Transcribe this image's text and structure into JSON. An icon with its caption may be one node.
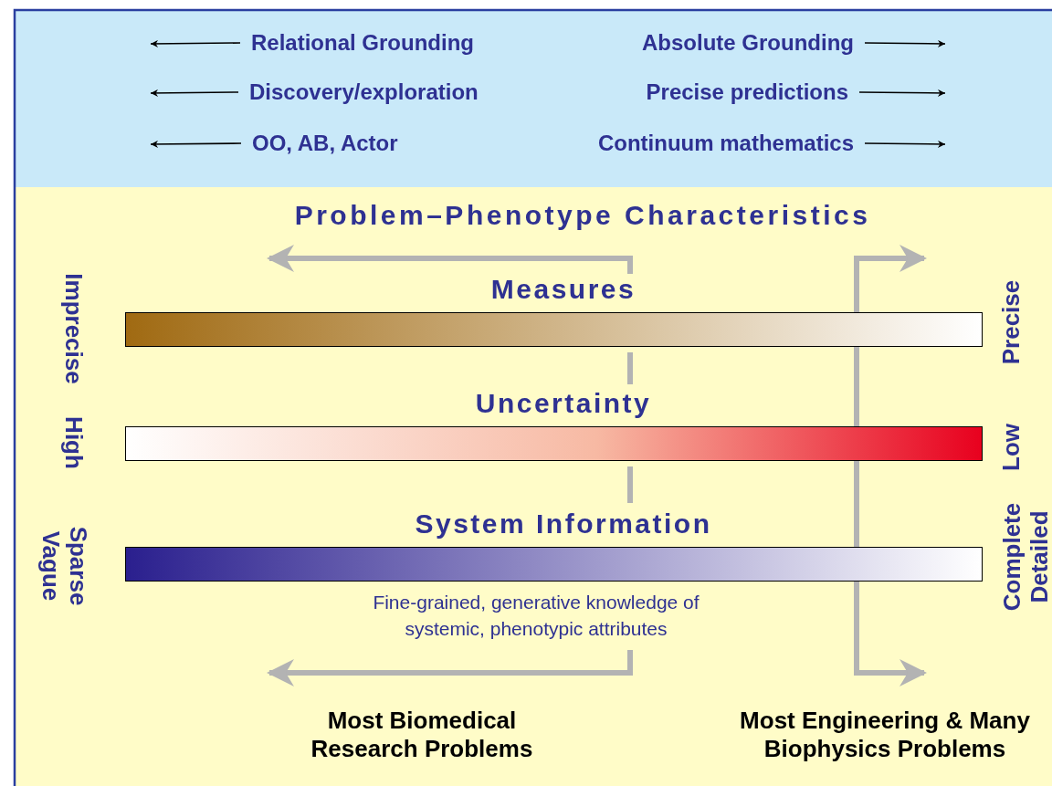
{
  "diagram": {
    "title": "Problem–Phenotype Characteristics",
    "nodes": [
      {
        "text": [
          "Relational Grounding"
        ]
      },
      {
        "text": [
          "Absolute Grounding"
        ]
      },
      {
        "text": [
          "Discovery/exploration"
        ]
      },
      {
        "text": [
          "Precise predictions"
        ]
      },
      {
        "text": [
          "OO, AB, Actor"
        ]
      },
      {
        "text": [
          "Continuum mathematics"
        ]
      },
      {
        "text": [
          "Measures"
        ]
      },
      {
        "text": [
          "Uncertainty"
        ]
      },
      {
        "text": [
          "System Information"
        ],
        "beside": [
          "Fine-grained, generative knowledge of systemic, phenotypic attributes"
        ]
      }
    ],
    "edges": [
      {
        "from": 0,
        "to": null,
        "arrow": "to"
      },
      {
        "from": 1,
        "to": null,
        "arrow": "to"
      },
      {
        "from": 2,
        "to": null,
        "arrow": "to"
      },
      {
        "from": 3,
        "to": null,
        "arrow": "to"
      },
      {
        "from": 4,
        "to": null,
        "arrow": "to"
      },
      {
        "from": 5,
        "to": null,
        "arrow": "to"
      }
    ],
    "labels": [
      "Imprecise",
      "High",
      "Sparse Vague",
      "Precise",
      "Low",
      "Complete Detailed",
      "Most Biomedical Research Problems",
      "Most Engineering & Many Biophysics Problems"
    ]
  }
}
